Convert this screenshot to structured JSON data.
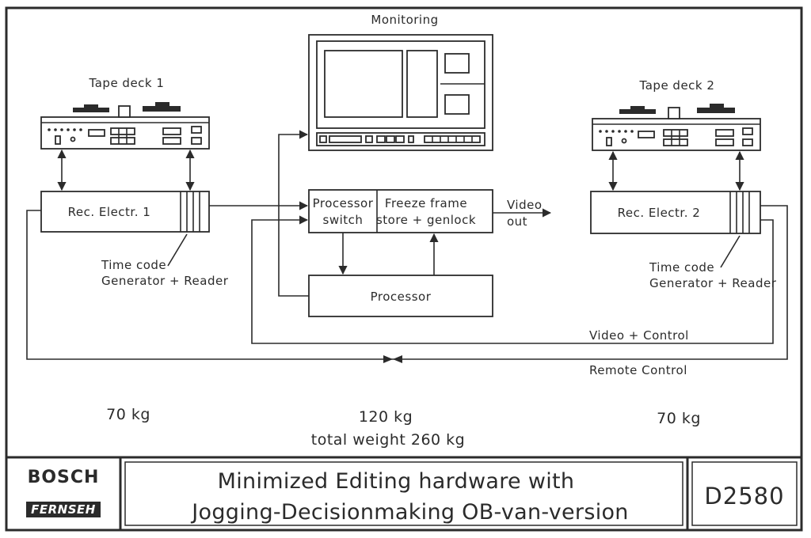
{
  "diagram": {
    "monitoring_label": "Monitoring",
    "tape_deck_1_label": "Tape deck 1",
    "tape_deck_2_label": "Tape deck 2",
    "rec_electr_1_label": "Rec. Electr. 1",
    "rec_electr_2_label": "Rec. Electr. 2",
    "processor_switch_line1": "Processor",
    "processor_switch_line2": "switch",
    "freeze_frame_line1": "Freeze frame",
    "freeze_frame_line2": "store + genlock",
    "video_out_line1": "Video",
    "video_out_line2": "out",
    "processor_label": "Processor",
    "time_code_1_line1": "Time code",
    "time_code_1_line2": "Generator + Reader",
    "time_code_2_line1": "Time code",
    "time_code_2_line2": "Generator + Reader",
    "video_control_label": "Video + Control",
    "remote_control_label": "Remote Control",
    "weight_left": "70 kg",
    "weight_center": "120 kg",
    "weight_right": "70 kg",
    "total_weight": "total weight  260 kg"
  },
  "footer": {
    "brand": "BOSCH",
    "brand_sub": "FERNSEH",
    "title_line1": "Minimized Editing hardware with",
    "title_line2": "Jogging-Decisionmaking OB-van-version",
    "code": "D2580"
  }
}
